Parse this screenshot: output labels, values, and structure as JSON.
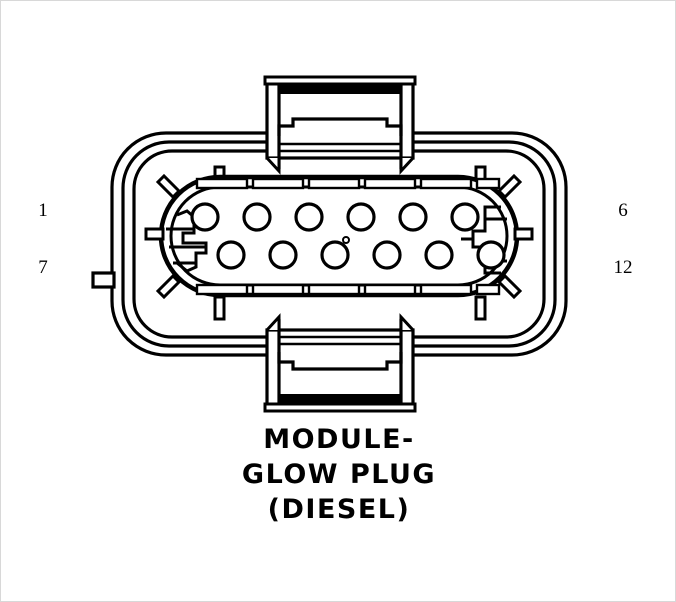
{
  "diagram": {
    "title_lines": [
      "MODULE-",
      "GLOW PLUG",
      "(DIESEL)"
    ],
    "component_name": "MODULE-GLOW PLUG (DIESEL)",
    "view": "connector face view",
    "line_color": "#000000",
    "background_color": "#ffffff",
    "pin_labels": {
      "top_left": "1",
      "bottom_left": "7",
      "top_right": "6",
      "bottom_right": "12"
    },
    "connector": {
      "total_cavities": 12,
      "rows": 2,
      "cavities_per_row": 6,
      "top_row_range": "1-6",
      "bottom_row_range": "7-12",
      "shell_style": "nested rounded rectangle with top and bottom locking tabs",
      "keying": "offset key features on left and right of inner cavity"
    }
  }
}
